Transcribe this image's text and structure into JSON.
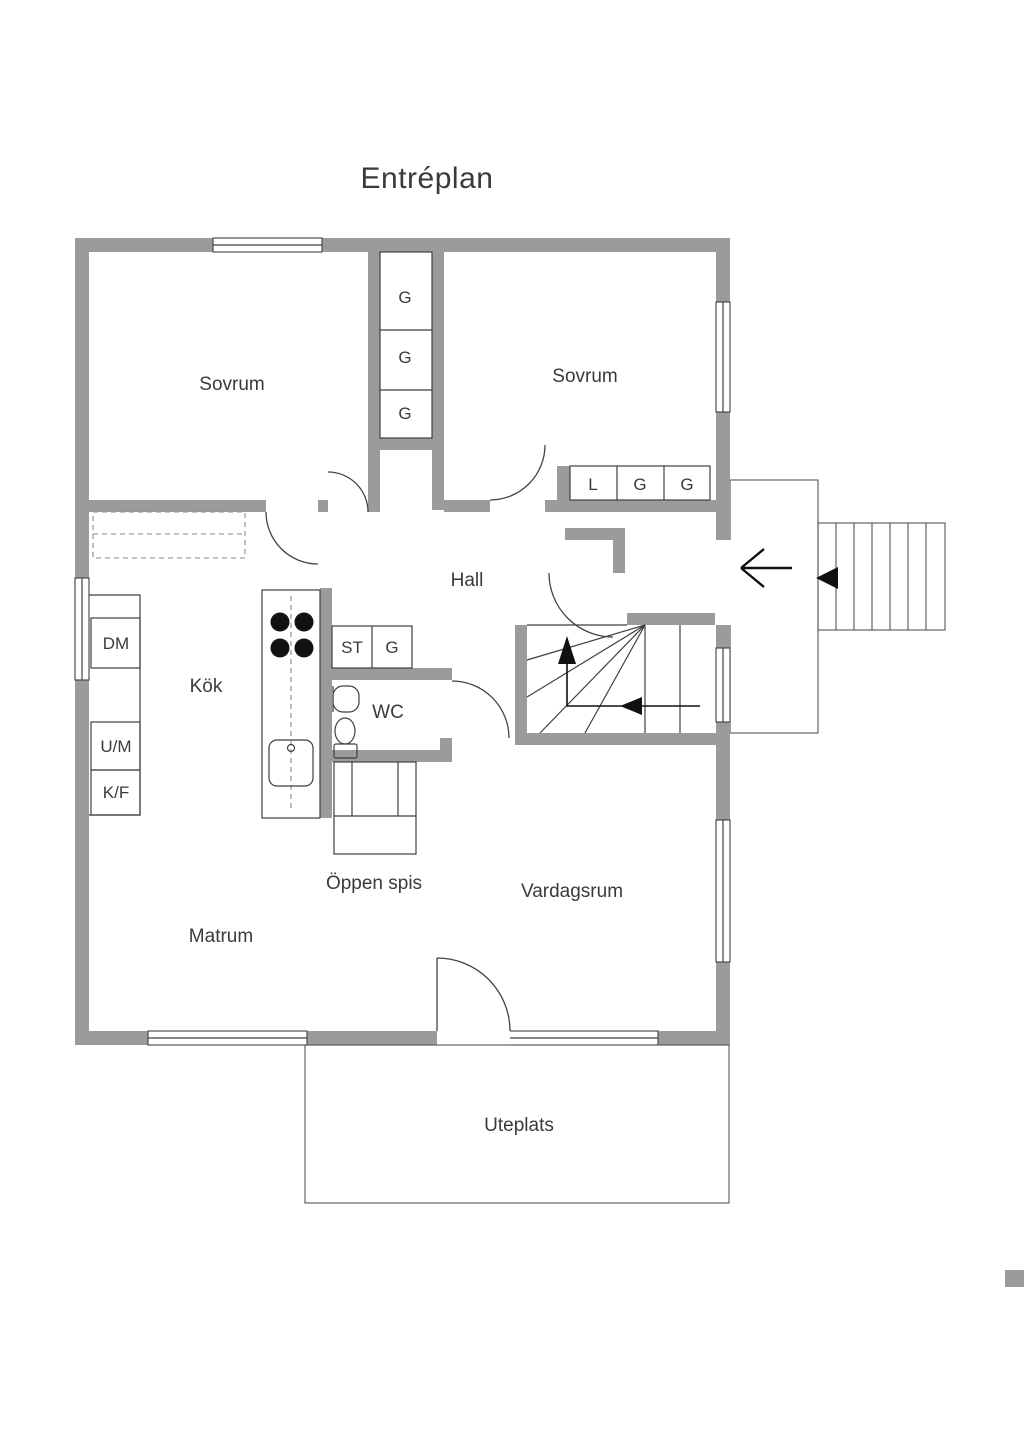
{
  "title": "Entréplan",
  "colors": {
    "wall": "#9b9b9b",
    "line": "#3f3f3f",
    "text": "#3a3a3a"
  },
  "rooms": {
    "bedroom_left": "Sovrum",
    "bedroom_right": "Sovrum",
    "hall": "Hall",
    "kitchen": "Kök",
    "wc": "WC",
    "dining": "Matrum",
    "living": "Vardagsrum",
    "fireplace": "Öppen spis",
    "patio": "Uteplats"
  },
  "storage": {
    "hall_closets": [
      "G",
      "G",
      "G"
    ],
    "bedroom_closets": [
      "L",
      "G",
      "G"
    ],
    "hall_cabinets": [
      "ST",
      "G"
    ]
  },
  "appliances": {
    "dishwasher": "DM",
    "oven_microwave": "U/M",
    "fridge_freezer": "K/F"
  }
}
